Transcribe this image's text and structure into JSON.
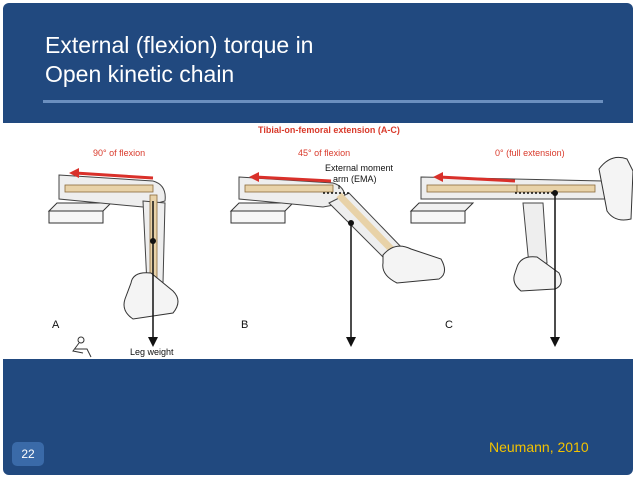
{
  "slide": {
    "title_line1": "External (flexion) torque in",
    "title_line2": "Open kinetic chain",
    "citation": "Neumann, 2010",
    "page_number": "22"
  },
  "figure": {
    "heading": "Tibial-on-femoral extension (A-C)",
    "panels": [
      {
        "letter": "A",
        "angle_label": "90° of flexion"
      },
      {
        "letter": "B",
        "angle_label": "45° of flexion"
      },
      {
        "letter": "C",
        "angle_label": "0° (full extension)"
      }
    ],
    "moment_arm_label_line1": "External moment",
    "moment_arm_label_line2": "arm (EMA)",
    "leg_weight_label": "Leg weight"
  },
  "colors": {
    "slide_bg": "#21497f",
    "title_text": "#ffffff",
    "citation_text": "#f2c200",
    "heading_red": "#d93a2b",
    "arrow_red": "#d9302a",
    "bone": "#e8d2a8"
  }
}
